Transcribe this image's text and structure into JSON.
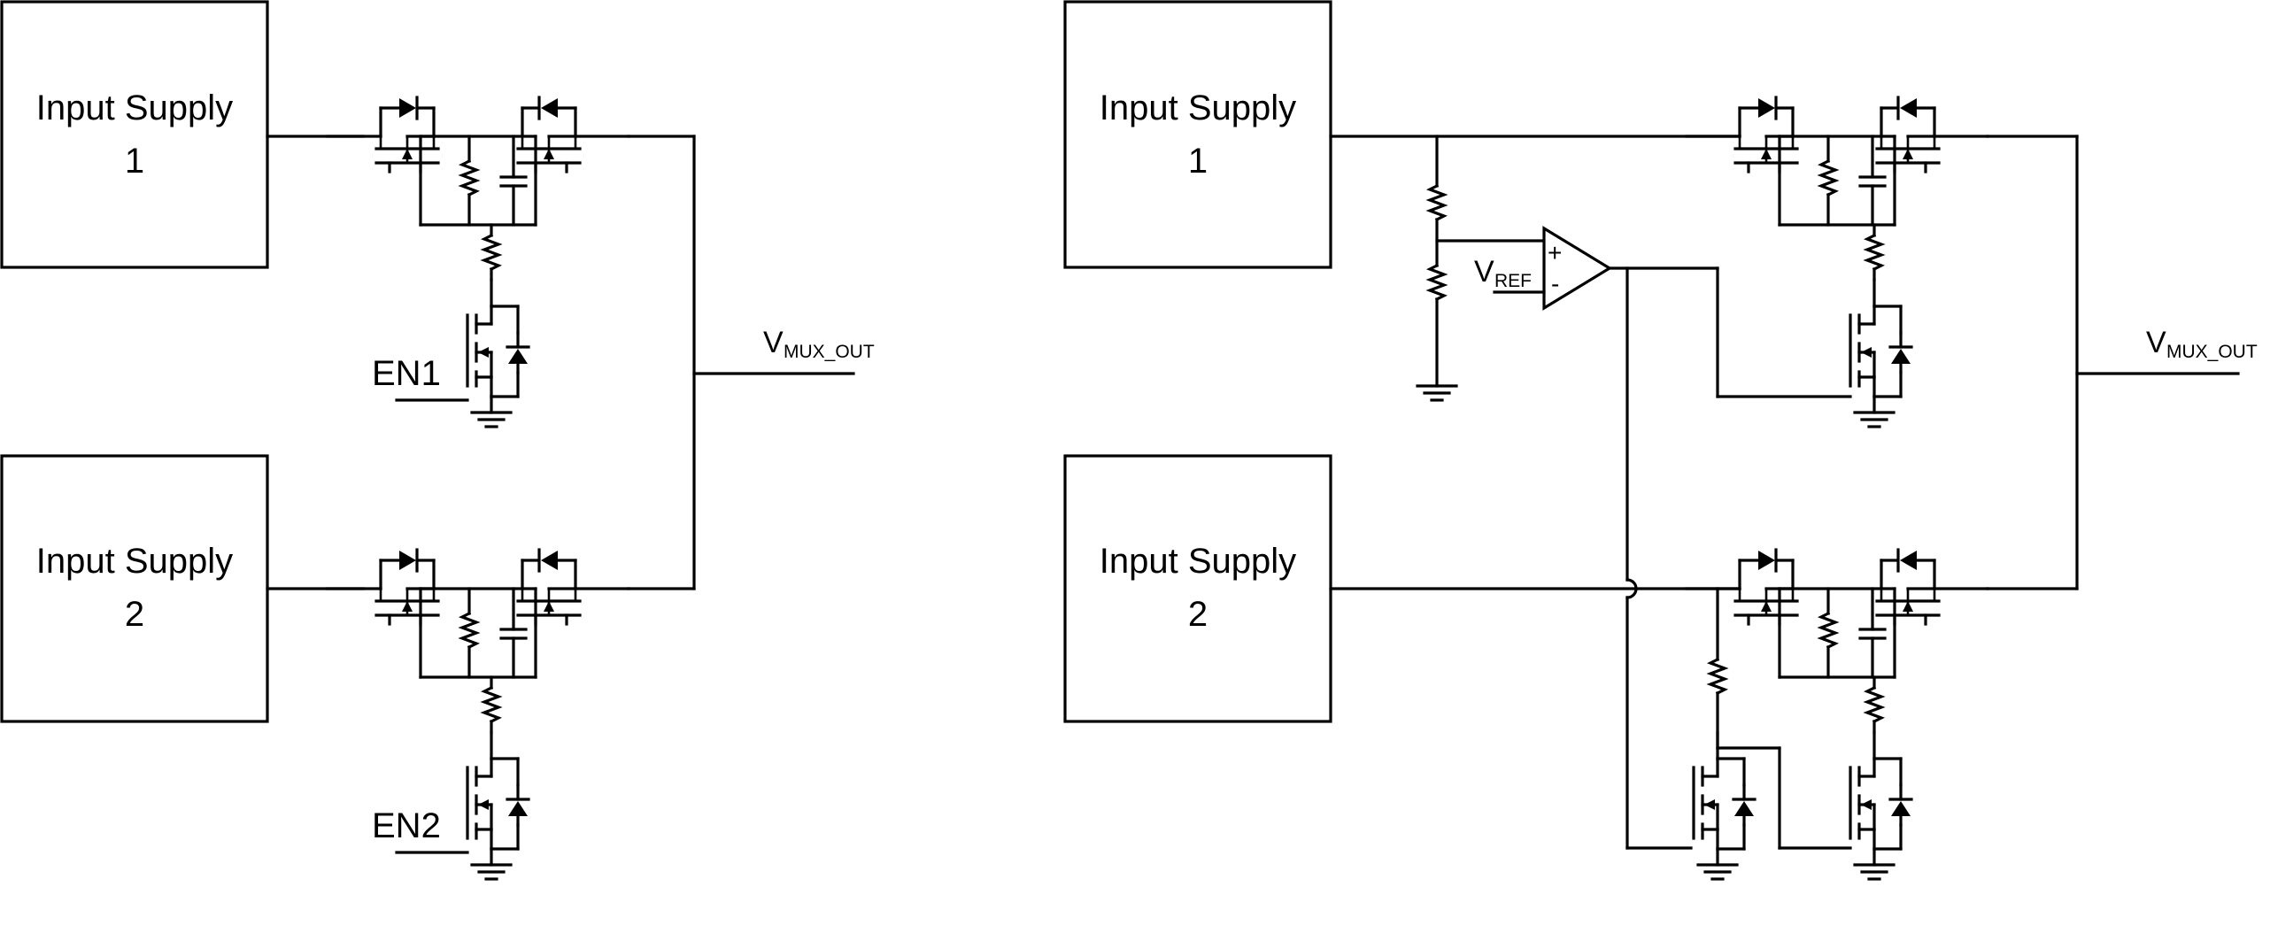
{
  "left_circuit": {
    "supply1_line1": "Input Supply",
    "supply1_line2": "1",
    "supply2_line1": "Input Supply",
    "supply2_line2": "2",
    "en1": "EN1",
    "en2": "EN2",
    "vout_main": "V",
    "vout_sub": "MUX_OUT"
  },
  "right_circuit": {
    "supply1_line1": "Input Supply",
    "supply1_line2": "1",
    "supply2_line1": "Input Supply",
    "supply2_line2": "2",
    "vref_main": "V",
    "vref_sub": "REF",
    "comp_plus": "+",
    "comp_minus": "-",
    "vout_main": "V",
    "vout_sub": "MUX_OUT"
  }
}
